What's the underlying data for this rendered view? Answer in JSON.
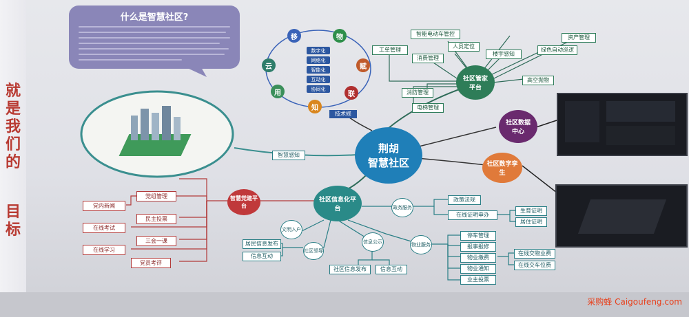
{
  "bubble": {
    "title": "什么是智慧社区?"
  },
  "side_slogan": [
    "就",
    "是",
    "我",
    "们",
    "的",
    "目",
    "标"
  ],
  "cycle": {
    "nodes": [
      "移",
      "物",
      "赋",
      "联",
      "知",
      "用",
      "云"
    ],
    "items": [
      "数字化",
      "网络化",
      "智能化",
      "互动化",
      "协同化"
    ],
    "label": "技术修"
  },
  "center": {
    "line1": "荆胡",
    "line2": "智慧社区"
  },
  "hubs": {
    "management": "社区管家平台",
    "data_center": "社区数据中心",
    "digital_twin": "社区数字孪生",
    "info_platform": "社区信息化平台",
    "party_platform": "智慧党建平台"
  },
  "management_items": [
    "智能电动车管控",
    "人员定位",
    "消费管理",
    "消防管理",
    "工单管理",
    "电梯管理",
    "资产管理",
    "绿色自动巡逻",
    "楼宇感知",
    "高空抛物"
  ],
  "link_labels": {
    "smart_sense": "智慧感知"
  },
  "party_items": [
    "党组管理",
    "民主投票",
    "党员考评",
    "党内新闻",
    "在线考试",
    "在线学习",
    "三会一课"
  ],
  "info_sub": {
    "gov": "政务服务",
    "residents": "文明入户",
    "cloud": "社区领导",
    "info": "信息公示",
    "property": "物业服务"
  },
  "gov_items": [
    "政策法规",
    "在线证明申办",
    "生育证明",
    "居住证明"
  ],
  "leader_items": [
    "居民信息发布",
    "信息互动"
  ],
  "publish_items": [
    "社区信息发布",
    "信息互动"
  ],
  "property_items": [
    "停车管理",
    "报事报修",
    "物业缴费",
    "物业通知",
    "业主投票",
    "在线交物业费",
    "在线交车位费"
  ],
  "watermark": "采购蜂 Caigoufeng.com"
}
